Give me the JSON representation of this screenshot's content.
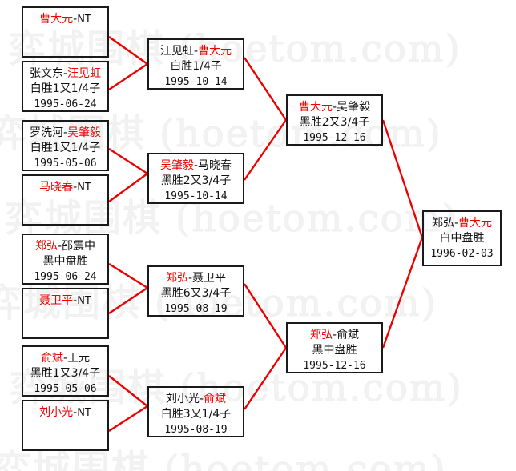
{
  "diagram": {
    "title": "Go tournament bracket",
    "watermark_text": "弈城围棋 (hoetom.com)",
    "accent_color": "#ee0000",
    "line_color": "#ee0000",
    "border_color": "#1a1a1a"
  },
  "separator": "-",
  "nodes": {
    "r1m1": {
      "player_left": "曹大元",
      "player_right": "NT",
      "result": "",
      "date": ""
    },
    "r1m2": {
      "player_left": "张文东",
      "player_right": "汪见虹",
      "result": "白胜1又1/4子",
      "date": "1995-06-24"
    },
    "r1m3": {
      "player_left": "罗洗河",
      "player_right": "吴肇毅",
      "result": "白胜1又1/4子",
      "date": "1995-05-06"
    },
    "r1m4": {
      "player_left": "马晓春",
      "player_right": "NT",
      "result": "",
      "date": ""
    },
    "r1m5": {
      "player_left": "郑弘",
      "player_right": "邵震中",
      "result": "黑中盘胜",
      "date": "1995-06-24"
    },
    "r1m6": {
      "player_left": "聂卫平",
      "player_right": "NT",
      "result": "",
      "date": ""
    },
    "r1m7": {
      "player_left": "俞斌",
      "player_right": "王元",
      "result": "黑胜1又3/4子",
      "date": "1995-05-06"
    },
    "r1m8": {
      "player_left": "刘小光",
      "player_right": "NT",
      "result": "",
      "date": ""
    },
    "r2m1": {
      "player_left": "汪见虹",
      "player_right": "曹大元",
      "result": "白胜1/4子",
      "date": "1995-10-14"
    },
    "r2m2": {
      "player_left": "吴肇毅",
      "player_right": "马晓春",
      "result": "黑胜2又3/4子",
      "date": "1995-10-14"
    },
    "r2m3": {
      "player_left": "郑弘",
      "player_right": "聂卫平",
      "result": "黑胜6又3/4子",
      "date": "1995-08-19"
    },
    "r2m4": {
      "player_left": "刘小光",
      "player_right": "俞斌",
      "result": "白胜3又1/4子",
      "date": "1995-08-19"
    },
    "r3m1": {
      "player_left": "曹大元",
      "player_right": "吴肇毅",
      "result": "黑胜2又3/4子",
      "date": "1995-12-16"
    },
    "r3m2": {
      "player_left": "郑弘",
      "player_right": "俞斌",
      "result": "黑中盘胜",
      "date": "1995-12-16"
    },
    "r4m1": {
      "player_left": "郑弘",
      "player_right": "曹大元",
      "result": "白中盘胜",
      "date": "1996-02-03"
    }
  }
}
